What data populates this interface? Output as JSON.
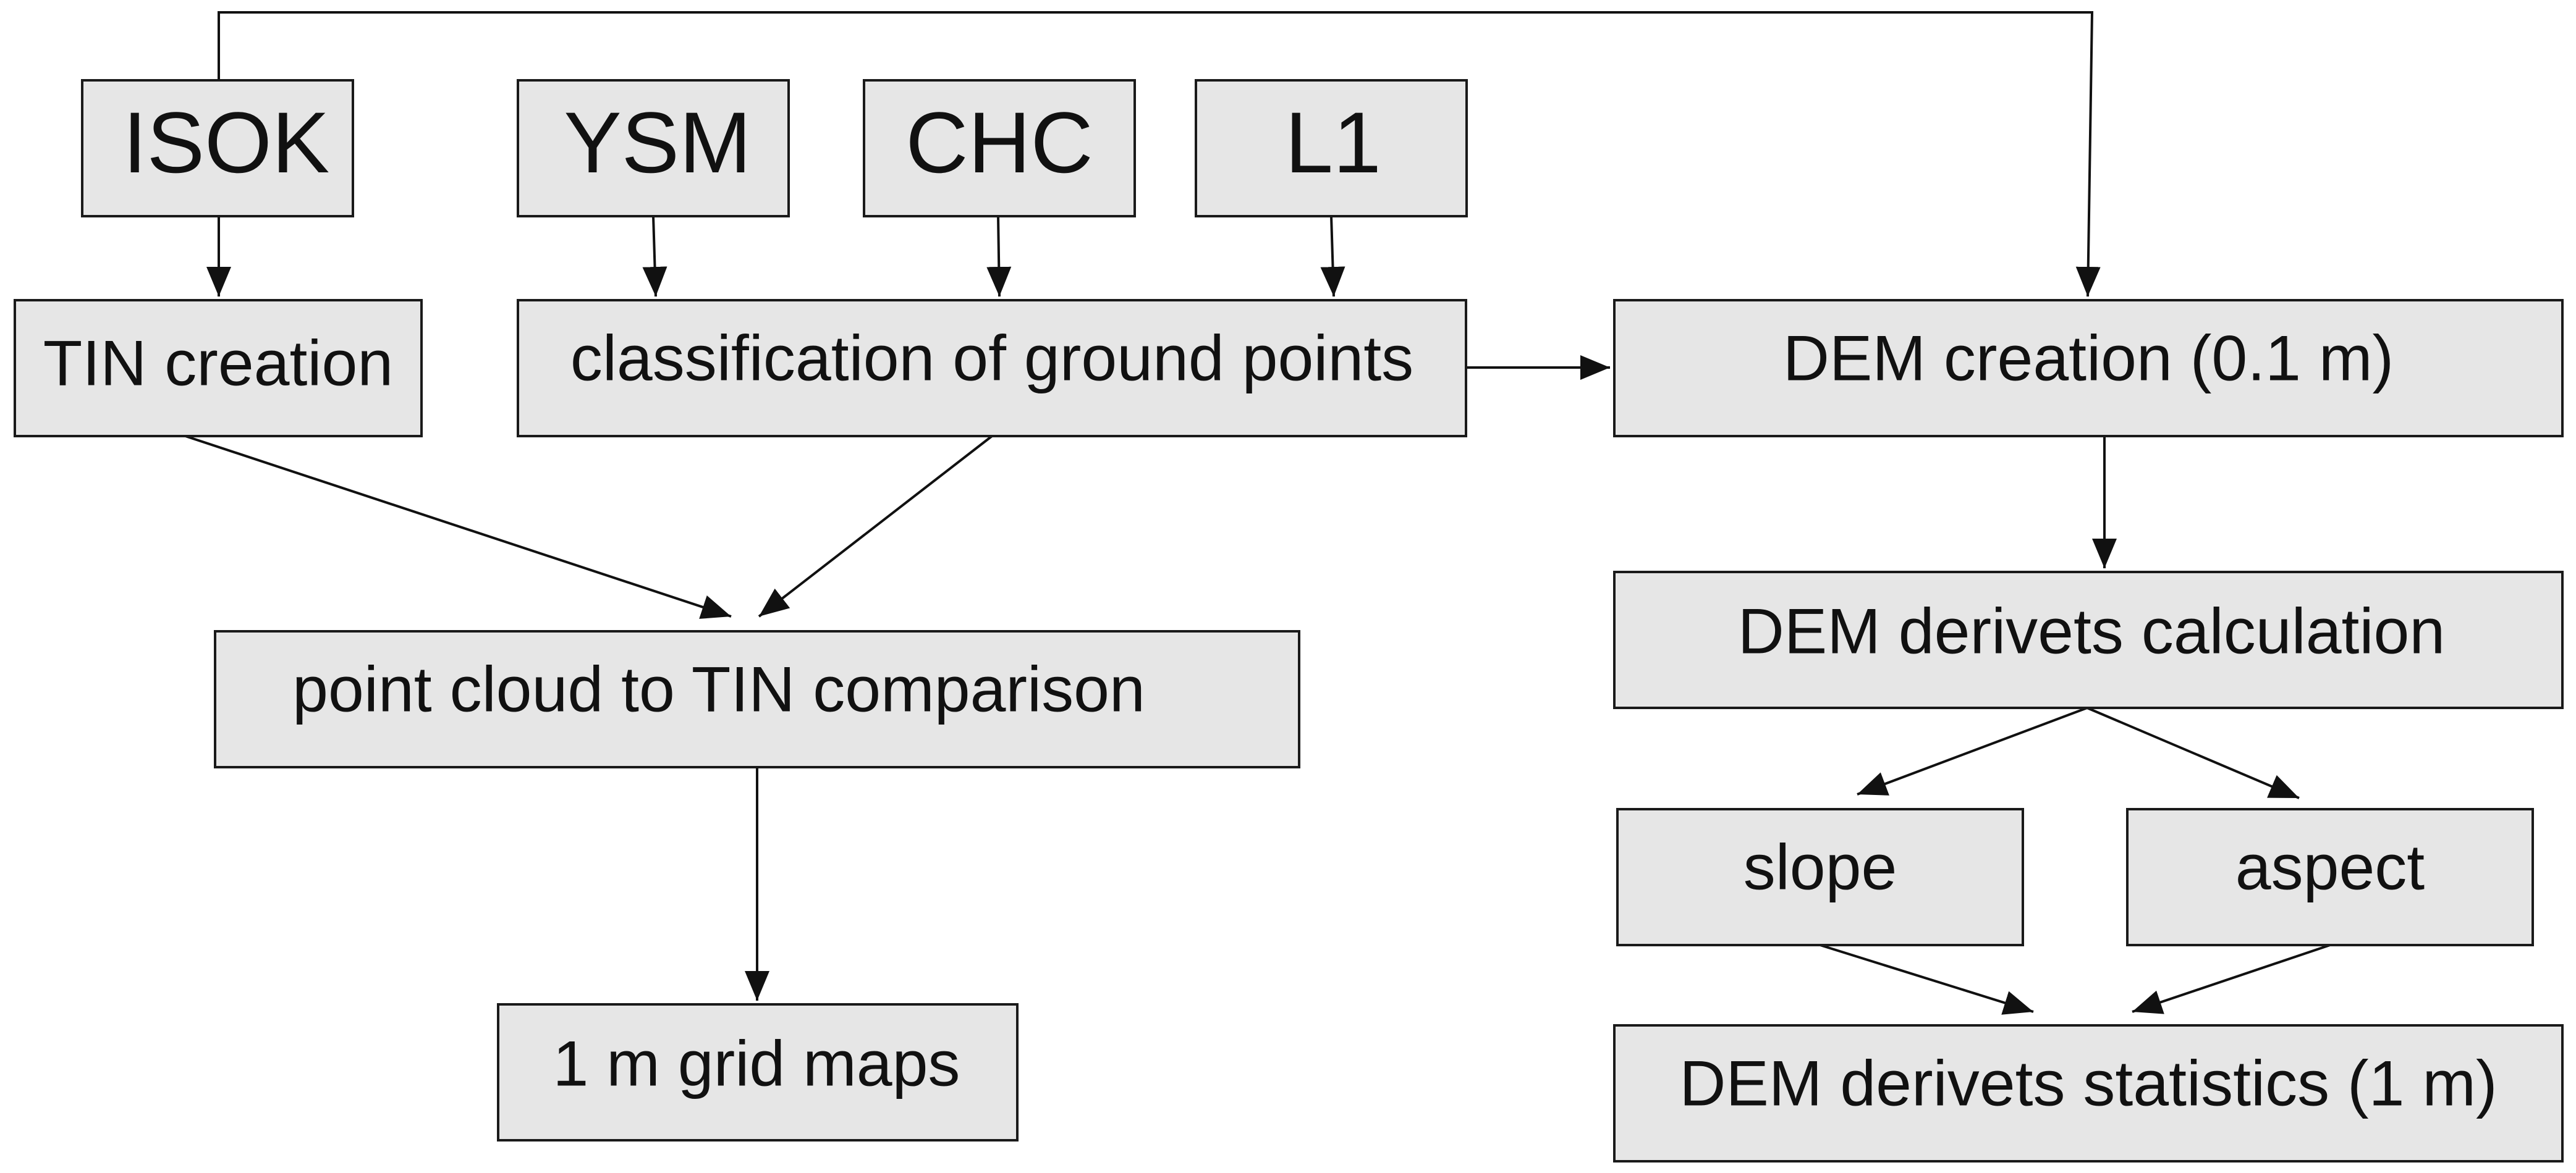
{
  "nodes": {
    "isok": "ISOK",
    "ysm": "YSM",
    "chc": "CHC",
    "l1": "L1",
    "tin_creation": "TIN creation",
    "classification": "classification of ground points",
    "dem_creation": "DEM creation (0.1 m)",
    "point_cloud_comparison": "point cloud to TIN comparison",
    "grid_maps": "1 m grid maps",
    "dem_derivets_calc": "DEM derivets calculation",
    "slope": "slope",
    "aspect": "aspect",
    "dem_derivets_stats": "DEM derivets statistics (1 m)"
  },
  "edges": [
    [
      "isok",
      "tin_creation"
    ],
    [
      "isok",
      "dem_creation"
    ],
    [
      "ysm",
      "classification"
    ],
    [
      "chc",
      "classification"
    ],
    [
      "l1",
      "classification"
    ],
    [
      "classification",
      "dem_creation"
    ],
    [
      "tin_creation",
      "point_cloud_comparison"
    ],
    [
      "classification",
      "point_cloud_comparison"
    ],
    [
      "point_cloud_comparison",
      "grid_maps"
    ],
    [
      "dem_creation",
      "dem_derivets_calc"
    ],
    [
      "dem_derivets_calc",
      "slope"
    ],
    [
      "dem_derivets_calc",
      "aspect"
    ],
    [
      "slope",
      "dem_derivets_stats"
    ],
    [
      "aspect",
      "dem_derivets_stats"
    ]
  ]
}
